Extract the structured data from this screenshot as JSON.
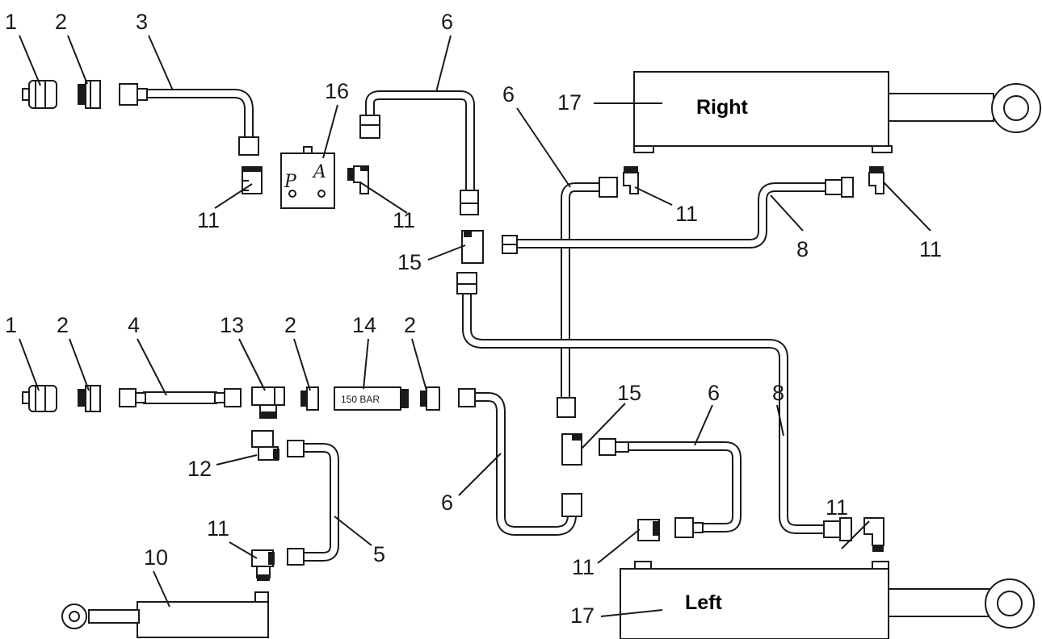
{
  "diagram": {
    "callouts": {
      "c1a": "1",
      "c2a": "2",
      "c3": "3",
      "c16": "16",
      "c6a": "6",
      "c6b": "6",
      "c17a": "17",
      "c11a": "11",
      "c11b": "11",
      "c11c": "11",
      "c11d": "11",
      "c15a": "15",
      "c8a": "8",
      "c1b": "1",
      "c2b": "2",
      "c4": "4",
      "c13": "13",
      "c2c": "2",
      "c14": "14",
      "c2d": "2",
      "c15b": "15",
      "c6c": "6",
      "c8b": "8",
      "c12": "12",
      "c6d": "6",
      "c11e": "11",
      "c5": "5",
      "c11f": "11",
      "c11g": "11",
      "c10": "10",
      "c17b": "17"
    },
    "labels": {
      "right_cylinder": "Right",
      "left_cylinder": "Left"
    },
    "relief_valve_text": "150 BAR",
    "valve_block_marks": {
      "p": "P",
      "a": "A"
    }
  }
}
